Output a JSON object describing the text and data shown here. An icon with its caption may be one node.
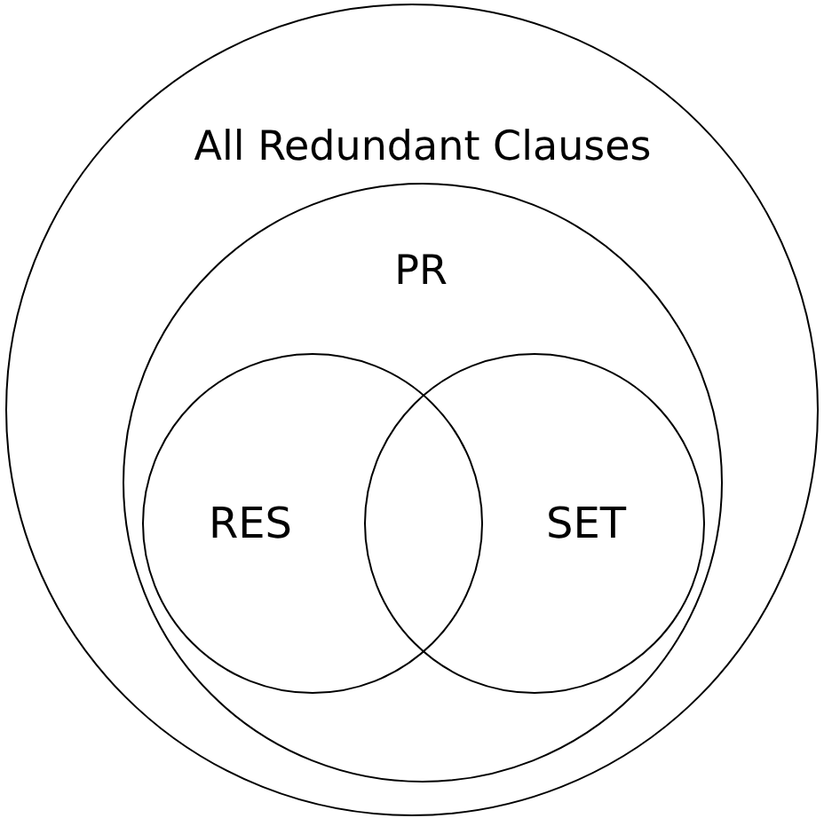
{
  "diagram": {
    "nodes": [
      {
        "text": [
          "All Redundant Clauses"
        ]
      },
      {
        "text": [
          "PR"
        ],
        "in": 0
      },
      {
        "text": [
          "RES"
        ],
        "in": 1
      },
      {
        "text": [
          "SET"
        ],
        "in": 1
      }
    ]
  }
}
